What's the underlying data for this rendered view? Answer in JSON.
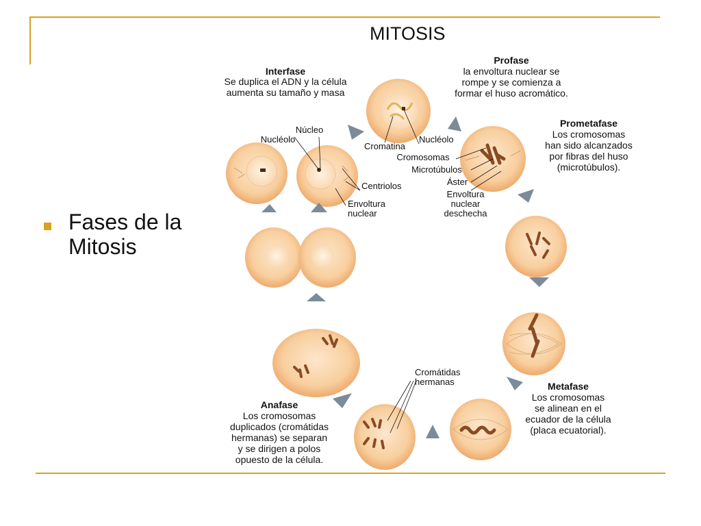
{
  "slide": {
    "bullet_text": "Fases de la Mitosis"
  },
  "diagram": {
    "title": "MITOSIS",
    "phases": {
      "interfase": {
        "name": "Interfase",
        "lines": [
          "Se duplica el ADN y la célula",
          "aumenta su tamaño y masa"
        ]
      },
      "profase": {
        "name": "Profase",
        "lines": [
          "la envoltura nuclear se",
          "rompe y se comienza a",
          "formar el huso acromático."
        ]
      },
      "prometafase": {
        "name": "Prometafase",
        "lines": [
          "Los cromosomas",
          "han sido alcanzados",
          "por fibras del huso",
          "(microtúbulos)."
        ]
      },
      "metafase": {
        "name": "Metafase",
        "lines": [
          "Los cromosomas",
          "se alinean en el",
          "ecuador de la célula",
          "(placa ecuatorial)."
        ]
      },
      "anafase": {
        "name": "Anafase",
        "lines": [
          "Los cromosomas",
          "duplicados (cromátidas",
          "hermanas) se separan",
          "y se dirigen a polos",
          "opuesto de la célula."
        ]
      }
    },
    "callouts": {
      "nucleo": "Núcleo",
      "nucleolo_left": "Nucléolo",
      "centriolos": "Centriolos",
      "envoltura_1": "Envoltura",
      "envoltura_2": "nuclear",
      "cromatina": "Cromatina",
      "nucleolo_right": "Nucléolo",
      "cromosomas": "Cromosomas",
      "microtubulos": "Microtúbulos",
      "aster": "Áster",
      "desecha_1": "Envoltura",
      "desecha_2": "nuclear",
      "desecha_3": "deschecha",
      "cromatidas_1": "Cromátidas",
      "cromatidas_2": "hermanas"
    },
    "colors": {
      "cell_fill": "#f7c999",
      "cell_edge": "#e8a56c",
      "nucleus_fill": "#fbe2c4",
      "chromosome": "#8a4b22",
      "arrow": "#7b8b99",
      "accent_rule": "#d9a21b"
    }
  }
}
